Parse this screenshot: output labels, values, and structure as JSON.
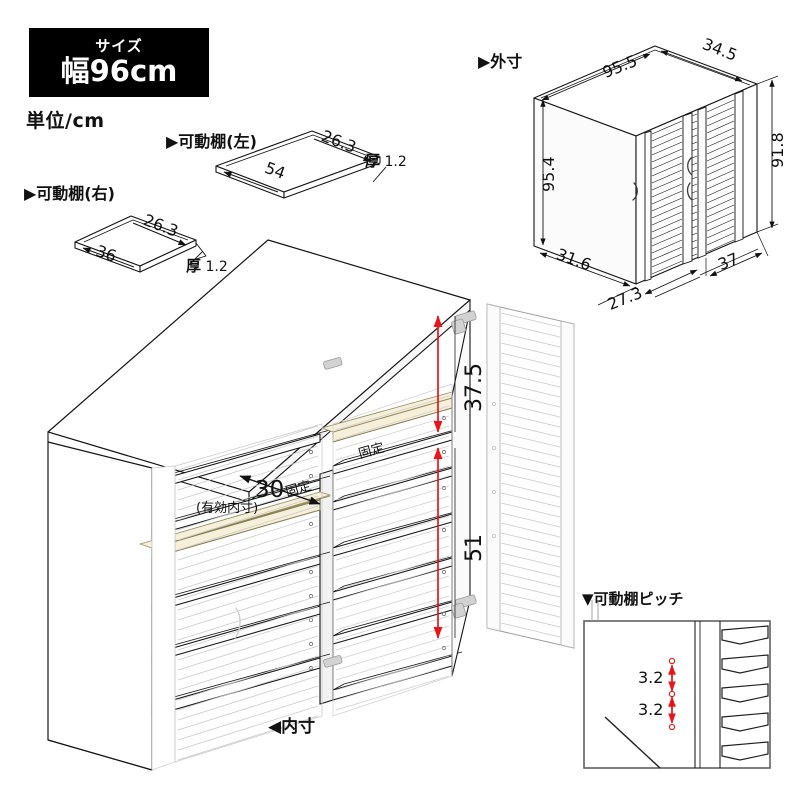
{
  "banner": {
    "small_label": "サイズ",
    "big_label": "幅96cm"
  },
  "unit_label": "単位/cm",
  "sections": {
    "shelf_right": {
      "heading": "▶可動棚(右)"
    },
    "shelf_left": {
      "heading": "▶可動棚(左)"
    },
    "outer": {
      "heading": "▶外寸"
    },
    "pitch": {
      "heading": "▼可動棚ピッチ"
    }
  },
  "shelf_right_dims": {
    "width": "36",
    "depth": "26.3",
    "thickness_label": "厚",
    "thickness_value": "1.2"
  },
  "shelf_left_dims": {
    "width": "54",
    "depth": "26.3",
    "thickness_label": "厚",
    "thickness_value": "1.2"
  },
  "outer_dims": {
    "top_width": "95.5",
    "top_depth": "34.5",
    "door_height": "91.8",
    "body_height": "95.4",
    "left_side_depth": "31.6",
    "base_depth": "27.3",
    "right_width": "37"
  },
  "main_dims": {
    "upper_height": "37.5",
    "lower_height": "51",
    "effective_width": "30",
    "effective_note": "(有効内寸)",
    "fixed_left": "固定",
    "fixed_right": "固定",
    "inner_label": "◀内寸"
  },
  "pitch_dims": {
    "pitch_top": "3.2",
    "pitch_bottom": "3.2"
  },
  "colors": {
    "accent_red": "#e8151a",
    "shelf_highlight": "#f6efda",
    "line": "#1a1a1a",
    "ghost_line": "#c8c8c8",
    "banner_bg": "#000000"
  },
  "icons": {
    "triangle_right": "▶",
    "triangle_down": "▼",
    "triangle_left": "◀"
  }
}
